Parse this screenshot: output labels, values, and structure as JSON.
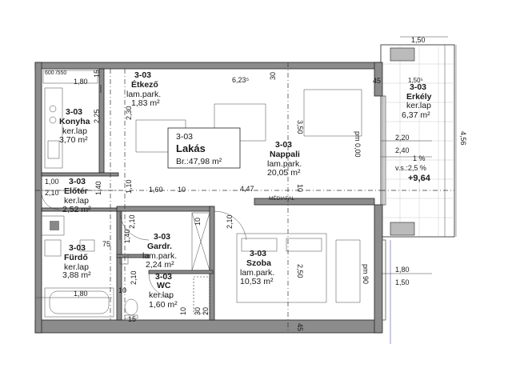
{
  "apartment": {
    "code": "3-03",
    "title": "Lakás",
    "area": "Br.:47,98 m²"
  },
  "rooms": {
    "etkezo": {
      "code": "3-03",
      "name": "Étkező",
      "floor": "lam.park.",
      "area": "1,83 m²"
    },
    "konyha": {
      "code": "3-03",
      "name": "Konyha",
      "floor": "ker.lap",
      "area": "3,70 m²"
    },
    "eloter": {
      "code": "3-03",
      "name": "Előtér",
      "floor": "ker.lap",
      "area": "2,52 m²"
    },
    "furdo": {
      "code": "3-03",
      "name": "Fürdő",
      "floor": "ker.lap",
      "area": "3,88 m²"
    },
    "gardr": {
      "code": "3-03",
      "name": "Gardr.",
      "floor": "lam.park.",
      "area": "2,24 m²"
    },
    "wc": {
      "code": "3-03",
      "name": "WC",
      "floor": "ker.lap",
      "area": "1,60 m²"
    },
    "nappali": {
      "code": "3-03",
      "name": "Nappali",
      "floor": "lam.park.",
      "area": "20,05 m²"
    },
    "szoba": {
      "code": "3-03",
      "name": "Szoba",
      "floor": "lam.park.",
      "area": "10,53 m²"
    },
    "erkely": {
      "code": "3-03",
      "name": "Erkély",
      "floor": "ker.lap",
      "area": "6,37 m²"
    }
  },
  "dimensions": {
    "d_1_50_top": "1,50",
    "d_600_550": "600 /550",
    "d_1_80_kitchen": "1,80",
    "d_15_a": "15",
    "d_6_23": "6,23⁵",
    "d_30_a": "30",
    "d_45_a": "45",
    "d_1_50_5": "1,50⁵",
    "d_2_25": "2,25",
    "d_2_30": "2,30",
    "d_3_50": "3,50",
    "d_pm_0_00": "pm 0,00",
    "d_2_20": "2,20",
    "d_2_40": "2,40",
    "d_1_pct": "1 %",
    "d_vs": "v.s.:2,5 %",
    "d_level": "+9,64",
    "d_4_56": "4,56",
    "d_1_00": "1,00",
    "d_2_10_a": "2,10",
    "d_1_40_a": "1,40",
    "d_1_10": "1,10",
    "d_1_60": "1,60",
    "d_10_a": "10",
    "d_4_47": "4,47",
    "d_10_b": "10",
    "d_median": "MÉDIAFAL",
    "d_2_10_b": "2,10",
    "d_2_10_c": "2,10",
    "d_10_c": "10",
    "d_75": "75",
    "d_1_40_b": "1,40",
    "d_2_50": "2,50",
    "d_pm_90": "pm 90",
    "d_1_80_r": "1,80",
    "d_1_50_r": "1,50",
    "d_2_10_d": "2,10",
    "d_1_80_bath": "1,80",
    "d_10_d": "10",
    "d_15_b": "15",
    "d_45_b": "45",
    "d_30_b": "30",
    "d_20": "20",
    "d_10_e": "10"
  }
}
